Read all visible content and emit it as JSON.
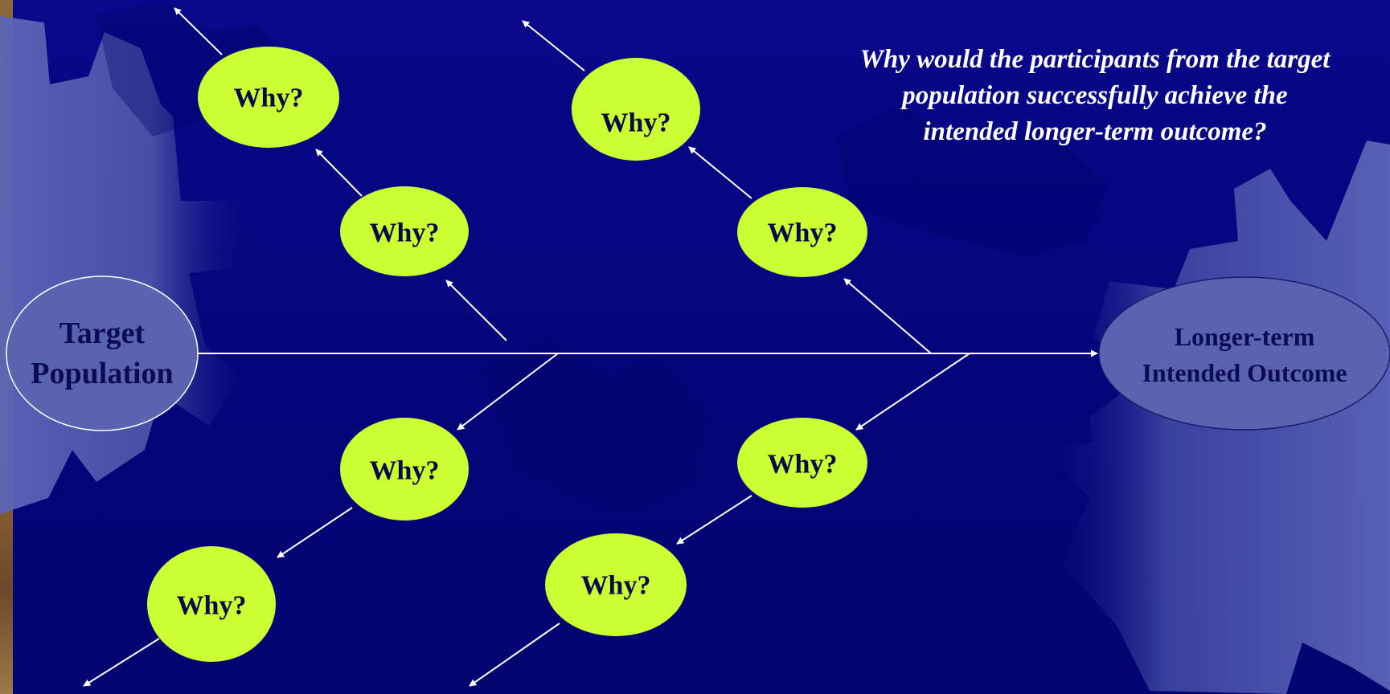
{
  "question": "Why would the participants from the target population successfully achieve the intended longer-term outcome?",
  "start_node": {
    "line1": "Target",
    "line2": "Population"
  },
  "end_node": {
    "line1": "Longer-term",
    "line2": "Intended Outcome"
  },
  "why_label": "Why?",
  "colors": {
    "background": "#06067e",
    "gear": "#5560b0",
    "why_fill": "#ccff33",
    "node_fill": "#5a63b0",
    "arrow": "#ffffff"
  }
}
